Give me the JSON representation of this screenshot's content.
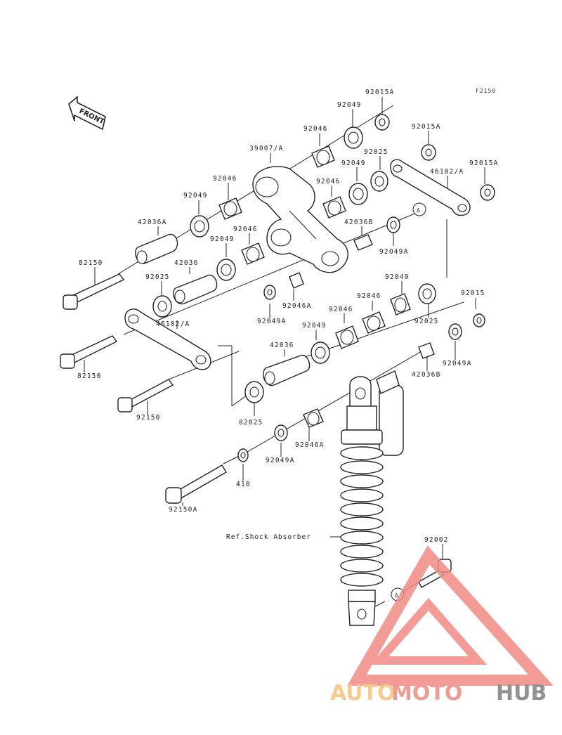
{
  "diagram": {
    "code": "F2150",
    "front_label": "FRONT",
    "ref_label": "Ref.Shock Absorber",
    "circle_marker": "A",
    "labels": [
      {
        "id": "l1",
        "text": "92015A"
      },
      {
        "id": "l2",
        "text": "92049"
      },
      {
        "id": "l3",
        "text": "92046"
      },
      {
        "id": "l4",
        "text": "92015A"
      },
      {
        "id": "l5",
        "text": "39007/A"
      },
      {
        "id": "l6",
        "text": "92025"
      },
      {
        "id": "l7",
        "text": "92049"
      },
      {
        "id": "l8",
        "text": "92015A"
      },
      {
        "id": "l9",
        "text": "92046"
      },
      {
        "id": "l10",
        "text": "46102/A"
      },
      {
        "id": "l11",
        "text": "92046"
      },
      {
        "id": "l12",
        "text": "92049"
      },
      {
        "id": "l13",
        "text": "42036A"
      },
      {
        "id": "l14",
        "text": "42036B"
      },
      {
        "id": "l15",
        "text": "92046"
      },
      {
        "id": "l16",
        "text": "92049"
      },
      {
        "id": "l17",
        "text": "92049A"
      },
      {
        "id": "l18",
        "text": "82150"
      },
      {
        "id": "l19",
        "text": "42036"
      },
      {
        "id": "l20",
        "text": "92025"
      },
      {
        "id": "l21",
        "text": "92049"
      },
      {
        "id": "l22",
        "text": "92046A"
      },
      {
        "id": "l23",
        "text": "92046"
      },
      {
        "id": "l24",
        "text": "92015"
      },
      {
        "id": "l25",
        "text": "92049A"
      },
      {
        "id": "l26",
        "text": "92046"
      },
      {
        "id": "l27",
        "text": "92025"
      },
      {
        "id": "l28",
        "text": "46102/A"
      },
      {
        "id": "l29",
        "text": "92049"
      },
      {
        "id": "l30",
        "text": "42036"
      },
      {
        "id": "l31",
        "text": "92049A"
      },
      {
        "id": "l32",
        "text": "82150"
      },
      {
        "id": "l33",
        "text": "42036B"
      },
      {
        "id": "l34",
        "text": "92150"
      },
      {
        "id": "l35",
        "text": "82025"
      },
      {
        "id": "l36",
        "text": "92046A"
      },
      {
        "id": "l37",
        "text": "92049A"
      },
      {
        "id": "l38",
        "text": "410"
      },
      {
        "id": "l39",
        "text": "92150A"
      },
      {
        "id": "l40",
        "text": "92002"
      }
    ]
  },
  "watermark": {
    "part1": "AUTO",
    "part2": "MOTO",
    "part3": "HUB",
    "colors": {
      "auto": "#f5c27a",
      "moto": "#ec8a83",
      "hub": "#7f7f7f",
      "triangle": "#f08a86"
    }
  }
}
